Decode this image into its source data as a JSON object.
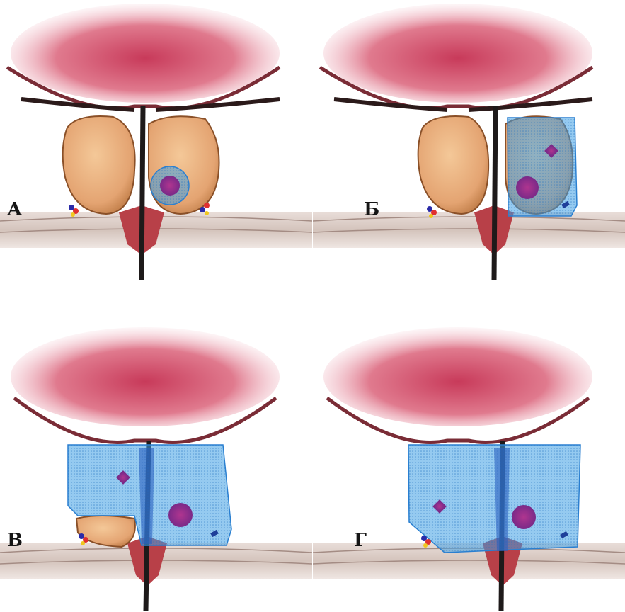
{
  "panels": [
    {
      "id": "a",
      "label": "А",
      "stage": "tumor-focal"
    },
    {
      "id": "b",
      "label": "Б",
      "stage": "right-lobe"
    },
    {
      "id": "c",
      "label": "В",
      "stage": "subtotal"
    },
    {
      "id": "d",
      "label": "Г",
      "stage": "whole-gland"
    }
  ],
  "colors": {
    "bladder": "#c8405a",
    "gland": "#e6a877",
    "treatment_zone": "#3a9ee0",
    "tumor": "#a0308a",
    "urethra": "#1e1a1a",
    "rectum": "#b8404a"
  }
}
